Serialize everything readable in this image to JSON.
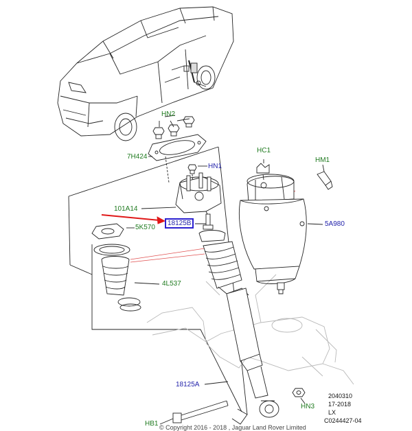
{
  "labels": {
    "hn2": "HN2",
    "h424": "7H424",
    "hn1": "HN1",
    "a14": "101A14",
    "k570": "5K570",
    "s18125b": "18125B",
    "l537": "4L537",
    "hc1": "HC1",
    "hm1": "HM1",
    "a980": "5A980",
    "s18125a": "18125A",
    "hn3": "HN3",
    "hb1": "HB1"
  },
  "info": {
    "line1": "2040310",
    "line2": "17-2018",
    "line3": "LX",
    "line4": "C0244427-04"
  },
  "copyright": "© Copyright  2016 - 2018 , Jaguar Land Rover Limited",
  "colors": {
    "label_green": "#1f7a1f",
    "label_blue": "#2222aa",
    "highlight_box": "#2a1fd0",
    "pointer_arrow": "#e01818",
    "drawing_line": "#222222"
  }
}
